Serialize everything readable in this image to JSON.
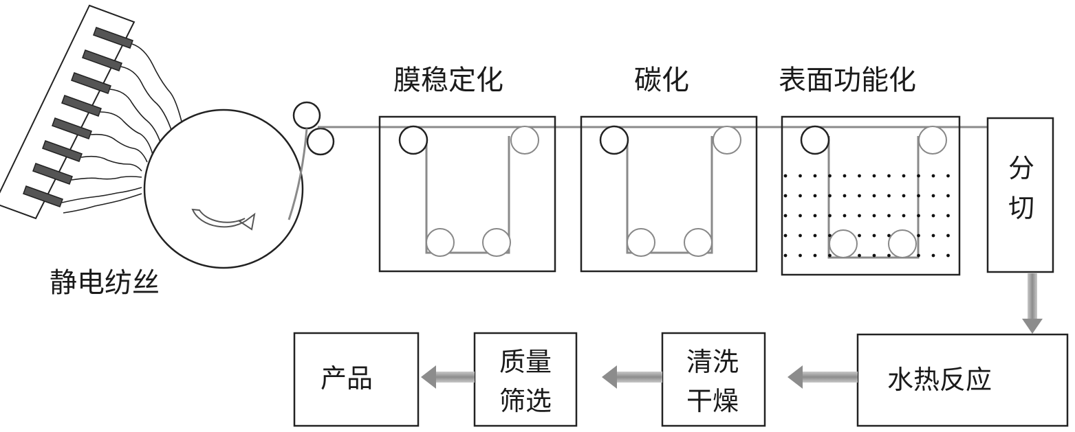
{
  "labels": {
    "electrospinning": "静电纺丝",
    "stabilization": "膜稳定化",
    "carbonization": "碳化",
    "functionalization": "表面功能化"
  },
  "boxes": {
    "cutting_line1": "分",
    "cutting_line2": "切",
    "hydrothermal": "水热反应",
    "washing_line1": "清洗",
    "washing_line2": "干燥",
    "screening_line1": "质量",
    "screening_line2": "筛选",
    "product": "产品"
  },
  "colors": {
    "line": "#1a1a1a",
    "belt": "#8a8a8a",
    "arrow": "#a8a8a8",
    "dots": "#111111"
  }
}
